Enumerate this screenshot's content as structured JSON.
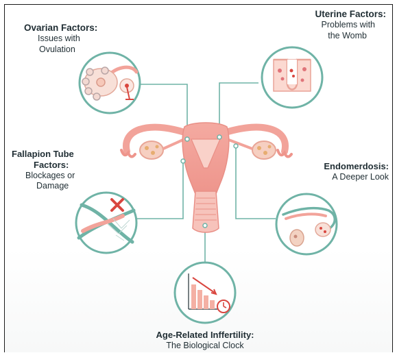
{
  "colors": {
    "teal": "#6fb3a6",
    "uterus": "#f2a39a",
    "uterus_dark": "#e98f86",
    "cervix": "#f7c3bb",
    "red": "#d9463f",
    "text": "#1f2d33"
  },
  "labels": {
    "ovarian": {
      "title": "Ovarian Factors:",
      "line1": "Issues with",
      "line2": "Ovulation"
    },
    "uterine": {
      "title": "Uterine Factors:",
      "line1": "Problems with",
      "line2": "the Womb"
    },
    "fallopian": {
      "title1": "Fallapion Tube",
      "title2": "Factors:",
      "line1": "Blockages or",
      "line2": "Damage"
    },
    "endo": {
      "title": "Endomerdosis:",
      "line1": "A Deeper Look"
    },
    "age": {
      "title": "Age-Related Inffertility:",
      "line1": "The Biological Clock"
    }
  },
  "icons": {
    "ovarian": "ovary-follicles-icon",
    "uterine": "uterine-tissue-icon",
    "fallopian": "blocked-tube-icon",
    "endo": "endometriosis-tube-icon",
    "age": "declining-bars-clock-icon",
    "center": "reproductive-system-illustration"
  }
}
